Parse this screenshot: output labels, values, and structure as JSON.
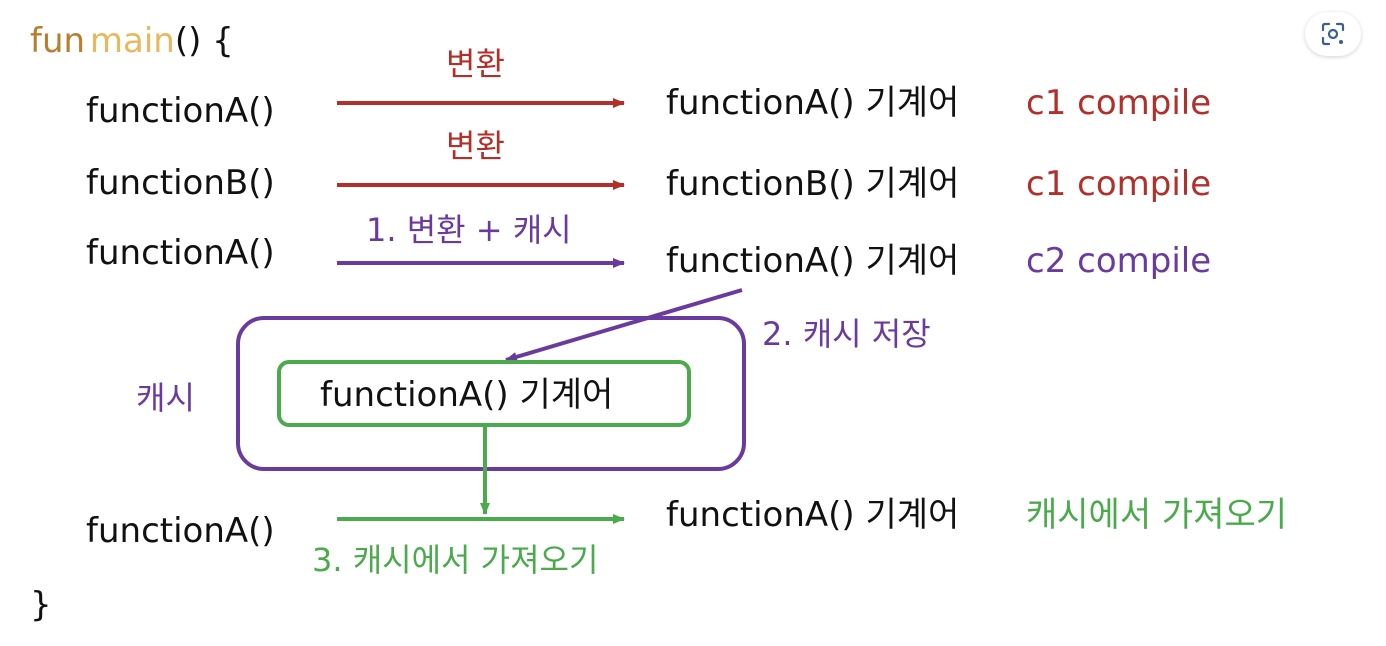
{
  "code": {
    "kw_fun": "fun",
    "kw_main": "main",
    "open_rest": "() {",
    "close": "}",
    "call1": "functionA()",
    "call2": "functionB()",
    "call3": "functionA()",
    "call4": "functionA()"
  },
  "arrows": {
    "a1_label": "변환",
    "a2_label": "변환",
    "a3_label": "1. 변환 + 캐시",
    "a4_label": "3. 캐시에서 가져오기"
  },
  "results": {
    "r1": "functionA() 기계어",
    "r2": "functionB() 기계어",
    "r3": "functionA() 기계어",
    "r4": "functionA() 기계어"
  },
  "tags": {
    "t1": "c1 compile",
    "t2": "c1 compile",
    "t3": "c2 compile",
    "t4": "캐시에서 가져오기"
  },
  "cache": {
    "label": "캐시",
    "store_label": "2. 캐시 저장",
    "item": "functionA() 기계어"
  },
  "colors": {
    "red": "#b22f2a",
    "purple": "#6a3a9e",
    "green": "#4aaa4c",
    "black": "#111111"
  },
  "icons": {
    "lens": "lens-icon"
  }
}
